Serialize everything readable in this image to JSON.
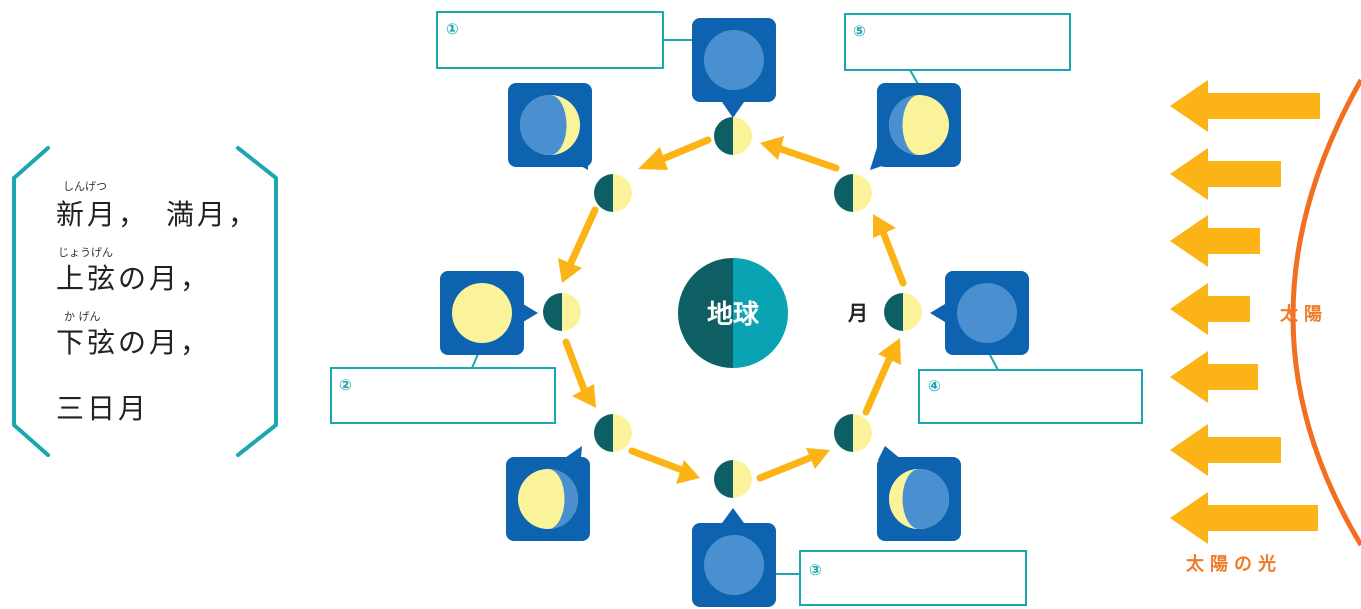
{
  "word_bank": {
    "line1": {
      "ruby": "しんげつ",
      "text": "新月，　満月，"
    },
    "line2": {
      "ruby": "じょうげん",
      "text": "上弦の月，"
    },
    "line3": {
      "ruby": "か げん",
      "text": "下弦の月，"
    },
    "line4": {
      "text": "三日月"
    }
  },
  "answer_boxes": [
    {
      "number": "①"
    },
    {
      "number": "②"
    },
    {
      "number": "③"
    },
    {
      "number": "④"
    },
    {
      "number": "⑤"
    }
  ],
  "earth": {
    "label": "地球"
  },
  "moon": {
    "label": "月"
  },
  "sun": {
    "label": "太陽"
  },
  "sunlight": {
    "label": "太陽の光"
  },
  "colors": {
    "teal_dark": "#0e5f63",
    "teal_light": "#0aa3b3",
    "card_blue": "#0d63b0",
    "moon_yellow": "#fbf39a",
    "moon_shadow": "#4a8fd0",
    "orbit_arrow": "#fbb315",
    "sun_arc": "#f26f21",
    "box_border": "#1aa7b0"
  }
}
